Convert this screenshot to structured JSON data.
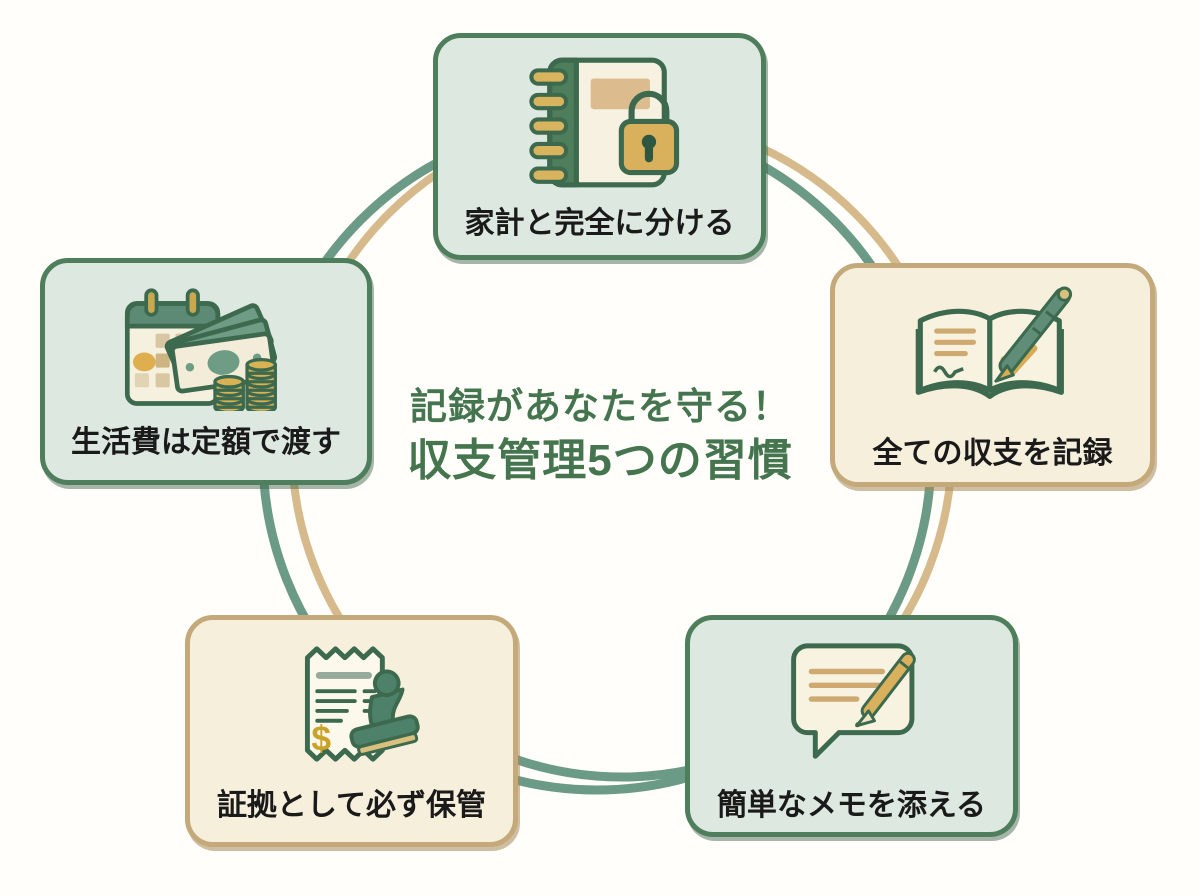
{
  "title": {
    "line1": "記録があなたを守る！",
    "line2": "収支管理5つの習慣"
  },
  "cards": [
    {
      "position": "top",
      "label": "家計と完全に分ける",
      "icon": "notebook-lock-icon",
      "theme": "green"
    },
    {
      "position": "right",
      "label": "全ての収支を記録",
      "icon": "open-book-pen-icon",
      "theme": "cream"
    },
    {
      "position": "left",
      "label": "生活費は定額で渡す",
      "icon": "calendar-money-icon",
      "theme": "green"
    },
    {
      "position": "bottom-left",
      "label": "証拠として必ず保管",
      "icon": "receipt-stamp-icon",
      "theme": "cream"
    },
    {
      "position": "bottom-right",
      "label": "簡単なメモを添える",
      "icon": "memo-pencil-icon",
      "theme": "green"
    }
  ],
  "colors": {
    "background": "#fffefa",
    "title_text": "#45754f",
    "card_label_text": "#1a1a1a",
    "green_card_bg": "#dde8e0",
    "green_card_border": "#4e7e5c",
    "cream_card_bg": "#f6efdc",
    "cream_card_border": "#c4a97b",
    "ring_teal": "#6b9b86",
    "ring_tan": "#d6ba8b",
    "icon_outline": "#3d6a4e",
    "icon_gold": "#d9b05c",
    "icon_teal_fill": "#5d8a74"
  }
}
